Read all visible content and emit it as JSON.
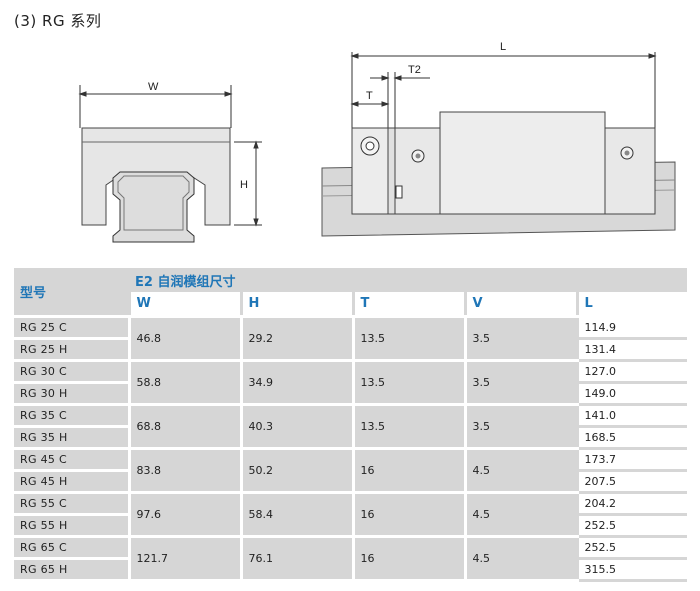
{
  "title": "(3) RG 系列",
  "drawing": {
    "labels": {
      "w": "W",
      "h": "H",
      "l": "L",
      "t": "T",
      "t2": "T2"
    }
  },
  "table": {
    "model_header": "型号",
    "group_header": "E2 自润模组尺寸",
    "columns": [
      "W",
      "H",
      "T",
      "V",
      "L"
    ],
    "groups": [
      {
        "models": [
          "RG 25 C",
          "RG 25 H"
        ],
        "W": "46.8",
        "H": "29.2",
        "T": "13.5",
        "V": "3.5",
        "L": [
          "114.9",
          "131.4"
        ]
      },
      {
        "models": [
          "RG 30 C",
          "RG 30 H"
        ],
        "W": "58.8",
        "H": "34.9",
        "T": "13.5",
        "V": "3.5",
        "L": [
          "127.0",
          "149.0"
        ]
      },
      {
        "models": [
          "RG 35 C",
          "RG 35 H"
        ],
        "W": "68.8",
        "H": "40.3",
        "T": "13.5",
        "V": "3.5",
        "L": [
          "141.0",
          "168.5"
        ]
      },
      {
        "models": [
          "RG 45 C",
          "RG 45 H"
        ],
        "W": "83.8",
        "H": "50.2",
        "T": "16",
        "V": "4.5",
        "L": [
          "173.7",
          "207.5"
        ]
      },
      {
        "models": [
          "RG 55 C",
          "RG 55 H"
        ],
        "W": "97.6",
        "H": "58.4",
        "T": "16",
        "V": "4.5",
        "L": [
          "204.2",
          "252.5"
        ]
      },
      {
        "models": [
          "RG 65 C",
          "RG 65 H"
        ],
        "W": "121.7",
        "H": "76.1",
        "T": "16",
        "V": "4.5",
        "L": [
          "252.5",
          "315.5"
        ]
      }
    ]
  }
}
